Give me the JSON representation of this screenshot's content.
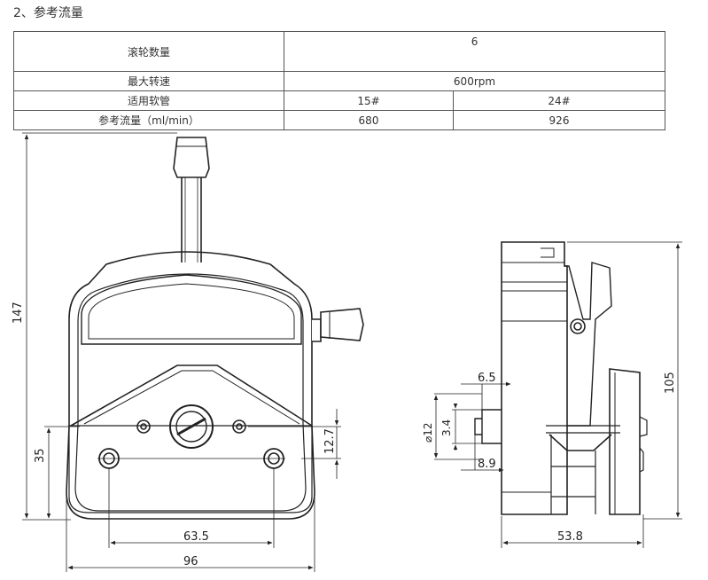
{
  "section_title": "2、参考流量",
  "spec_table": {
    "rows": [
      {
        "label": "滚轮数量",
        "value": "6"
      },
      {
        "label": "最大转速",
        "value": "600rpm"
      },
      {
        "label": "适用软管",
        "values": [
          "15#",
          "24#"
        ]
      },
      {
        "label": "参考流量（ml/min）",
        "values": [
          "680",
          "926"
        ]
      }
    ]
  },
  "drawing": {
    "front_view": {
      "height_total": "147",
      "height_lower": "35",
      "dim_12_7": "12.7",
      "hole_spacing": "63.5",
      "width_total": "96"
    },
    "side_view": {
      "height": "105",
      "dim_6_5": "6.5",
      "diameter": "⌀12",
      "dim_3_4": "3.4",
      "dim_8_9": "8.9",
      "width": "53.8"
    }
  }
}
